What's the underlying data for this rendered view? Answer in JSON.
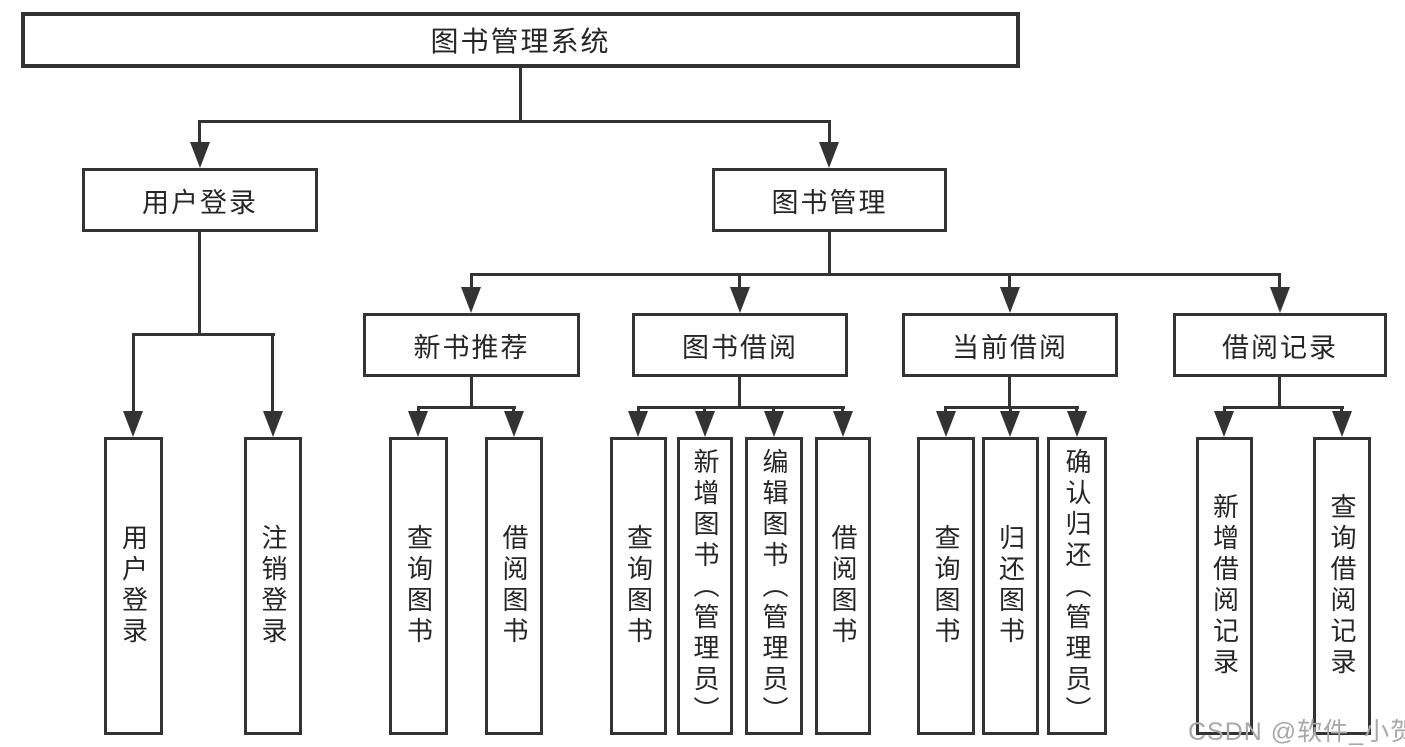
{
  "diagram": {
    "title": "图书管理系统",
    "user_login": {
      "label": "用户登录",
      "children": [
        "用户登录",
        "注销登录"
      ]
    },
    "book_management": {
      "label": "图书管理",
      "sections": [
        {
          "label": "新书推荐",
          "children": [
            "查询图书",
            "借阅图书"
          ]
        },
        {
          "label": "图书借阅",
          "children": [
            "查询图书",
            "新增图书（管理员）",
            "编辑图书（管理员）",
            "借阅图书"
          ]
        },
        {
          "label": "当前借阅",
          "children": [
            "查询图书",
            "归还图书",
            "确认归还（管理员）"
          ]
        },
        {
          "label": "借阅记录",
          "children": [
            "新增借阅记录",
            "查询借阅记录"
          ]
        }
      ]
    },
    "watermark": "CSDN @软件_小贺同学",
    "colors": {
      "line": "#333333",
      "text": "#262626",
      "watermark": "#a8a8a8",
      "background": "#ffffff"
    }
  }
}
